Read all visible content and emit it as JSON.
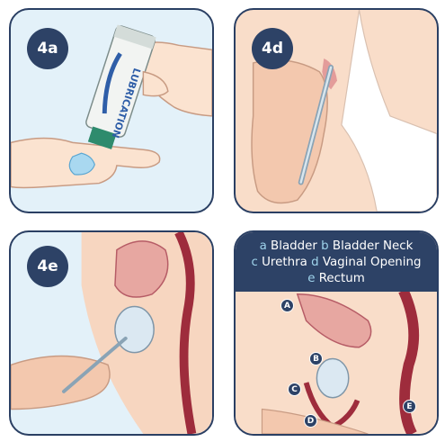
{
  "panels": {
    "p1": {
      "badge": "4a",
      "tube_text": "LUBRICATION"
    },
    "p2": {
      "badge": "4d"
    },
    "p3": {
      "badge": "4e"
    },
    "p4": {
      "legend": [
        {
          "key": "a",
          "label": " Bladder "
        },
        {
          "key": "b",
          "label": " Bladder Neck"
        },
        {
          "key": "c",
          "label": " Urethra "
        },
        {
          "key": "d",
          "label": " Vaginal Opening"
        },
        {
          "key": "e",
          "label": " Rectum"
        }
      ],
      "markers": [
        "A",
        "B",
        "C",
        "D",
        "E"
      ]
    }
  },
  "colors": {
    "navy": "#2d4266",
    "skin": "#f9ddc9",
    "background_blue": "#e3f1f9",
    "legend_key": "#9fd4ec",
    "tissue_pink": "#e7a7a1",
    "tissue_red": "#9e2c3c"
  }
}
